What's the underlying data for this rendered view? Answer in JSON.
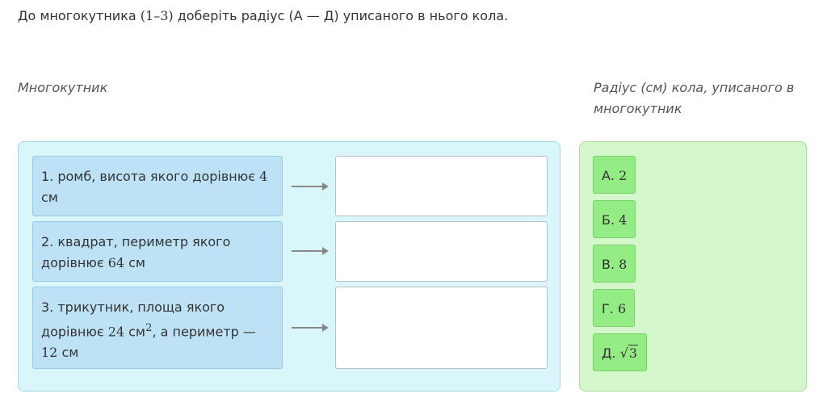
{
  "instruction": {
    "before": "До многокутника ",
    "range": "(1–3)",
    "after": " доберіть радіус (А — Д) уписаного в нього кола."
  },
  "headers": {
    "left": "Многокутник",
    "right": "Радіус (см) кола, уписаного в многокутник"
  },
  "items": [
    {
      "prefix": "1. ромб, висота якого дорівнює ",
      "math": "4",
      "suffix": " см"
    },
    {
      "prefix": "2. квадрат, периметр якого дорівнює ",
      "math": "64",
      "suffix": " см"
    },
    {
      "prefix": "3. трикутник, площа якого дорівнює ",
      "math": "24",
      "unit": " см",
      "sup": "2",
      "middle": ", а периметр — ",
      "math2": "12",
      "suffix": " см"
    }
  ],
  "answers": [
    {
      "letter": "А.",
      "value": "2"
    },
    {
      "letter": "Б.",
      "value": "4"
    },
    {
      "letter": "В.",
      "value": "8"
    },
    {
      "letter": "Г.",
      "value": "6"
    },
    {
      "letter": "Д.",
      "radical": "√",
      "value": "3"
    }
  ],
  "colors": {
    "left_panel": "#d9f6fa",
    "right_panel": "#d4f7cc",
    "item": "#bde2f6",
    "answer": "#93ec84"
  }
}
